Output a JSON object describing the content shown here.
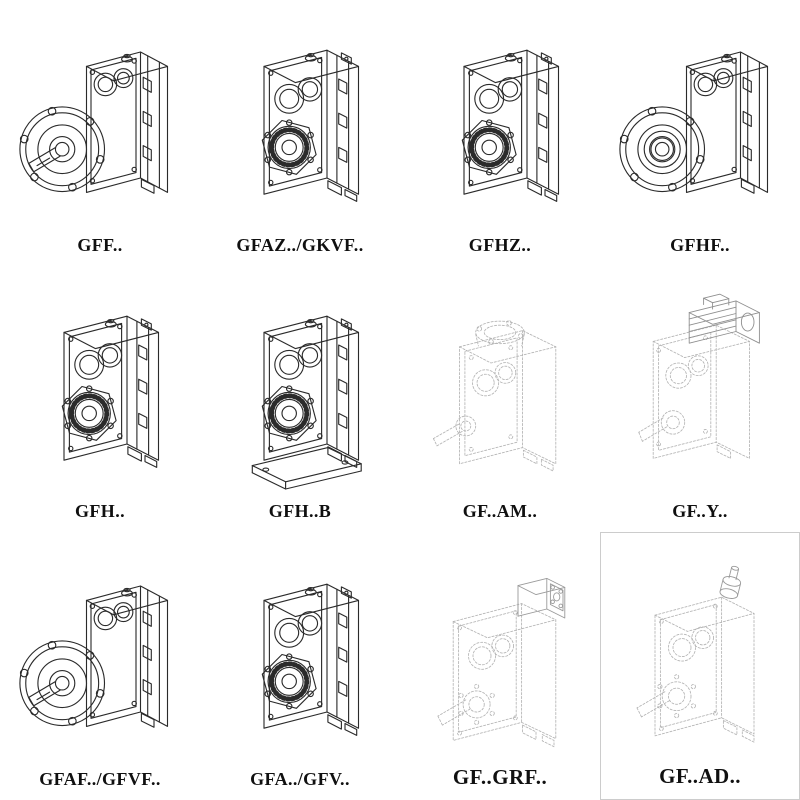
{
  "page": {
    "background_color": "#ffffff",
    "line_color": "#2b2b2b",
    "ghost_line_color": "#b4b4b4"
  },
  "catalog": {
    "items": [
      {
        "label": "GFF..",
        "drawing": "flange-mounted-gearbox-solid-shaft"
      },
      {
        "label": "GFAZ../GKVF..",
        "drawing": "hollow-shaft-gearbox"
      },
      {
        "label": "GFHZ..",
        "drawing": "hollow-shaft-gearbox"
      },
      {
        "label": "GFHF..",
        "drawing": "flange-mounted-hollow-shaft-gearbox"
      },
      {
        "label": "GFH..",
        "drawing": "hollow-shaft-gearbox"
      },
      {
        "label": "GFH..B",
        "drawing": "hollow-shaft-gearbox-with-base"
      },
      {
        "label": "GF..AM..",
        "drawing": "gearbox-with-motor-adapter-flange"
      },
      {
        "label": "GF..Y..",
        "drawing": "gearbox-with-mounted-motor"
      },
      {
        "label": "GFAF../GFVF..",
        "drawing": "flange-mounted-gearbox-solid-shaft"
      },
      {
        "label": "GFA../GFV..",
        "drawing": "hollow-shaft-gearbox"
      },
      {
        "label": "GF..GRF..",
        "drawing": "gearbox-with-grf-adapter"
      },
      {
        "label": "GF..AD..",
        "drawing": "gearbox-with-input-shaft-adapter"
      }
    ]
  }
}
